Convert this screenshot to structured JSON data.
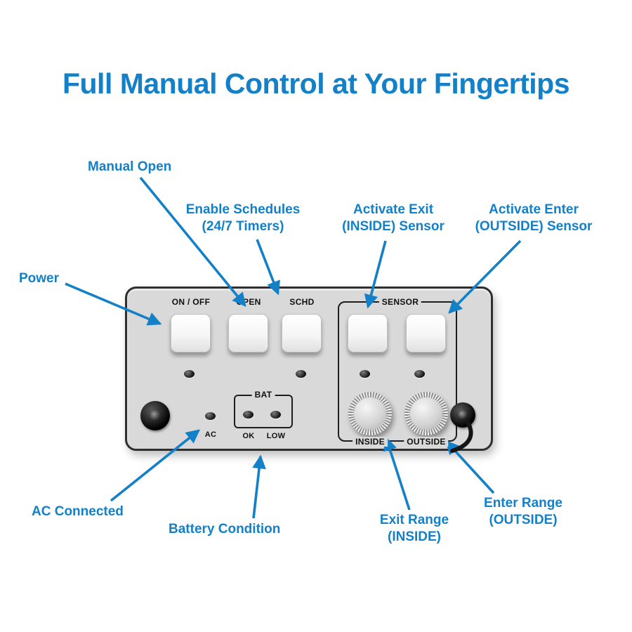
{
  "title": "Full Manual Control at Your Fingertips",
  "accent_color": "#1380c8",
  "panel": {
    "button_labels": [
      "ON / OFF",
      "OPEN",
      "SCHD"
    ],
    "sensor_label": "SENSOR",
    "knob_labels": [
      "INSIDE",
      "OUTSIDE"
    ],
    "ac_label": "AC",
    "bat_label": "BAT",
    "bat_ok_label": "OK",
    "bat_low_label": "LOW"
  },
  "callouts": [
    {
      "id": "power",
      "lines": [
        "Power"
      ]
    },
    {
      "id": "manual-open",
      "lines": [
        "Manual Open"
      ]
    },
    {
      "id": "enable-schedules",
      "lines": [
        "Enable Schedules",
        "(24/7 Timers)"
      ]
    },
    {
      "id": "activate-exit",
      "lines": [
        "Activate Exit",
        "(INSIDE) Sensor"
      ]
    },
    {
      "id": "activate-enter",
      "lines": [
        "Activate Enter",
        "(OUTSIDE) Sensor"
      ]
    },
    {
      "id": "ac-connected",
      "lines": [
        "AC Connected"
      ]
    },
    {
      "id": "battery-condition",
      "lines": [
        "Battery Condition"
      ]
    },
    {
      "id": "exit-range",
      "lines": [
        "Exit Range",
        "(INSIDE)"
      ]
    },
    {
      "id": "enter-range",
      "lines": [
        "Enter Range",
        "(OUTSIDE)"
      ]
    }
  ]
}
